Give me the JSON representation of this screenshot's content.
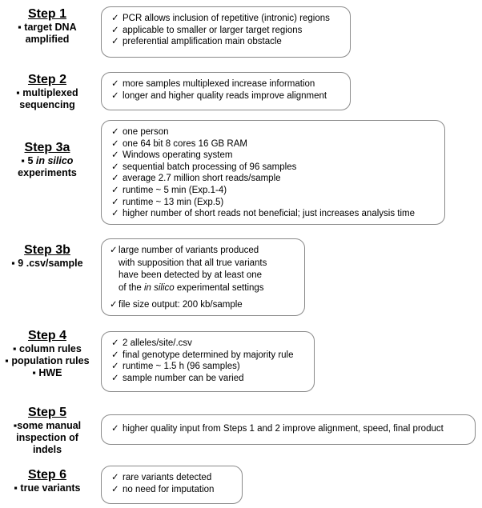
{
  "diagram": {
    "title": "NGS variant-calling workflow steps",
    "tick_glyph": "✓",
    "bullet_glyph": "▪",
    "colors": {
      "background": "#ffffff",
      "box_border": "#8a8a8a",
      "text": "#000000"
    }
  },
  "steps": [
    {
      "id": "step-1",
      "title": "Step 1",
      "sub_lines": [
        "▪ target DNA",
        "amplified"
      ],
      "items": [
        "PCR allows inclusion of repetitive (intronic) regions",
        "applicable to smaller or larger target regions",
        "preferential amplification main obstacle"
      ]
    },
    {
      "id": "step-2",
      "title": "Step 2",
      "sub_lines": [
        "▪ multiplexed",
        "sequencing"
      ],
      "items": [
        "more samples multiplexed increase information",
        "longer and higher quality reads improve alignment"
      ]
    },
    {
      "id": "step-3a",
      "title": "Step 3a",
      "sub_lines": [
        "▪ 5 in silico",
        "experiments"
      ],
      "sub_italic_word": "in silico",
      "items": [
        "one person",
        "one 64 bit 8 cores 16 GB RAM",
        "Windows operating system",
        "sequential batch processing of 96 samples",
        "average 2.7 million short reads/sample",
        "runtime ~ 5 min (Exp.1-4)",
        "runtime ~ 13 min (Exp.5)",
        "higher number of short reads not beneficial; just increases analysis time"
      ]
    },
    {
      "id": "step-3b",
      "title": "Step 3b",
      "sub_lines": [
        "▪ 9 .csv/sample"
      ],
      "paragraph_item": {
        "line1": "large number of variants produced",
        "line2": "with supposition that all true variants",
        "line3": "have been detected by at least one",
        "line4_pre": "of the ",
        "line4_italic": "in silico",
        "line4_post": " experimental settings"
      },
      "items": [
        "file size output: 200 kb/sample"
      ]
    },
    {
      "id": "step-4",
      "title": "Step 4",
      "sub_lines": [
        "▪ column rules",
        "▪ population rules",
        "▪ HWE"
      ],
      "items": [
        "2 alleles/site/.csv",
        "final genotype determined by majority rule",
        "runtime ~ 1.5 h (96 samples)",
        "sample number can be varied"
      ]
    },
    {
      "id": "step-5",
      "title": "Step 5",
      "sub_lines": [
        "▪some manual",
        "inspection of",
        "indels"
      ],
      "items": [
        "higher quality input from Steps 1 and 2 improve alignment, speed, final product"
      ]
    },
    {
      "id": "step-6",
      "title": "Step 6",
      "sub_lines": [
        "▪ true variants"
      ],
      "items": [
        "rare variants detected",
        "no need for imputation"
      ]
    }
  ]
}
